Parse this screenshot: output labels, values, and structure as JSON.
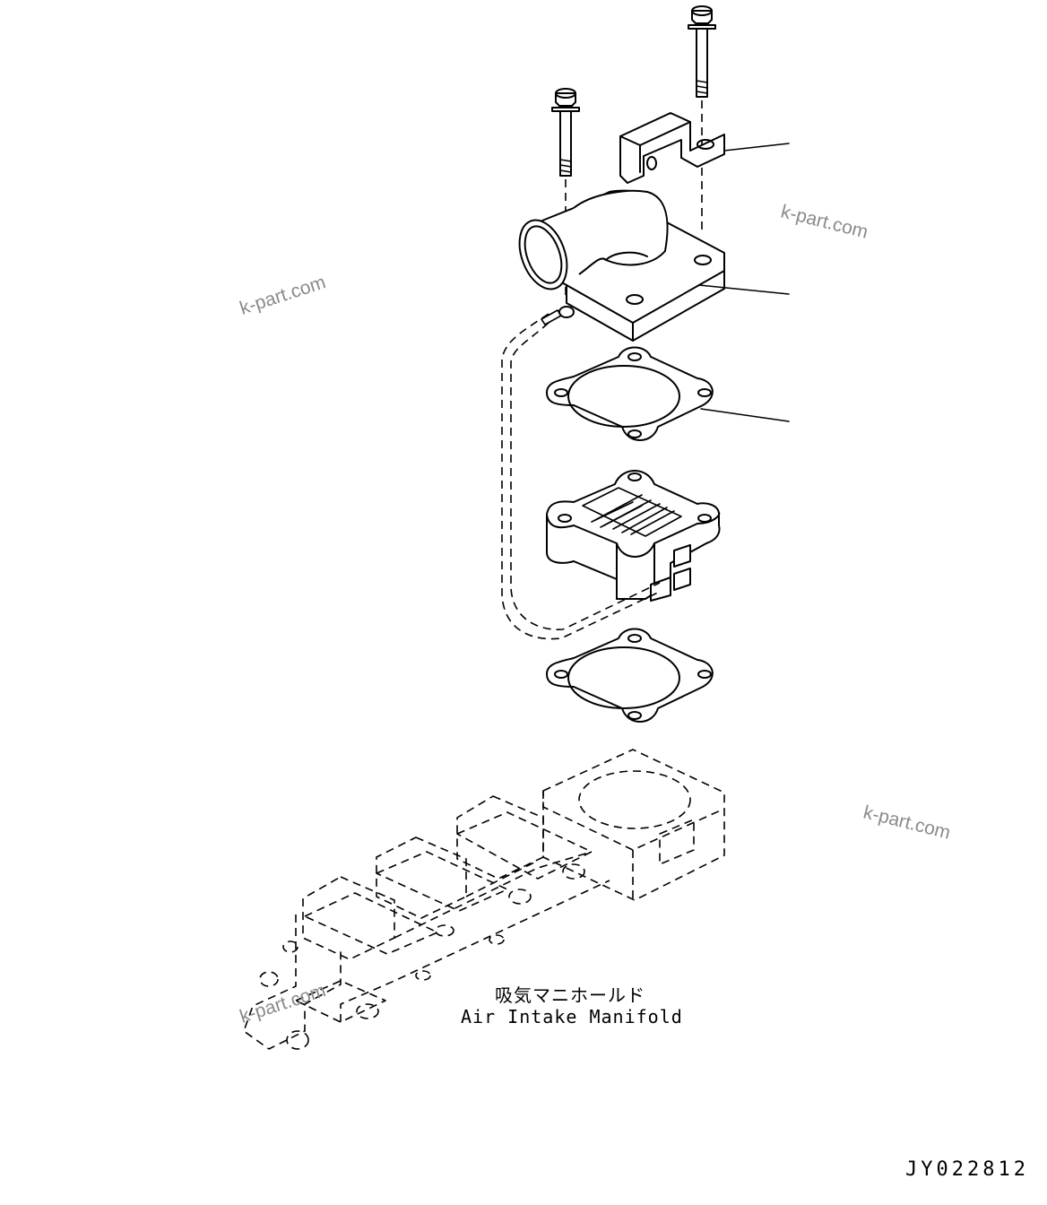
{
  "labels": {
    "assembly_name_ja": "吸気マニホールド",
    "assembly_name_en": "Air Intake Manifold",
    "drawing_code": "JY022812"
  },
  "watermarks": [
    "k-part.com",
    "k-part.com",
    "k-part.com",
    "k-part.com"
  ],
  "colors": {
    "line": "#000000",
    "watermark": "#8a8a8a",
    "background": "#ffffff"
  }
}
